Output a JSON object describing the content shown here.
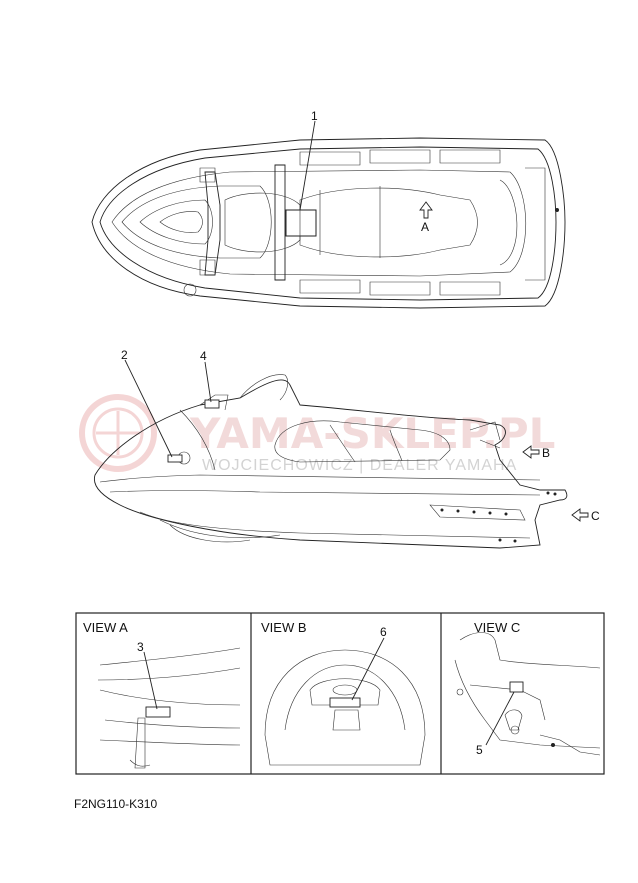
{
  "callouts": {
    "c1": "1",
    "c2": "2",
    "c3": "3",
    "c4": "4",
    "c5": "5",
    "c6": "6",
    "arrow_a": "A",
    "arrow_b": "B",
    "arrow_c": "C"
  },
  "views": {
    "view_a": "VIEW A",
    "view_b": "VIEW B",
    "view_c": "VIEW C"
  },
  "watermark": {
    "brand": "YAMA-SKLEP.PL",
    "tagline": "WOJCIECHOWICZ | DEALER YAMAHA"
  },
  "part_code": "F2NG110-K310"
}
